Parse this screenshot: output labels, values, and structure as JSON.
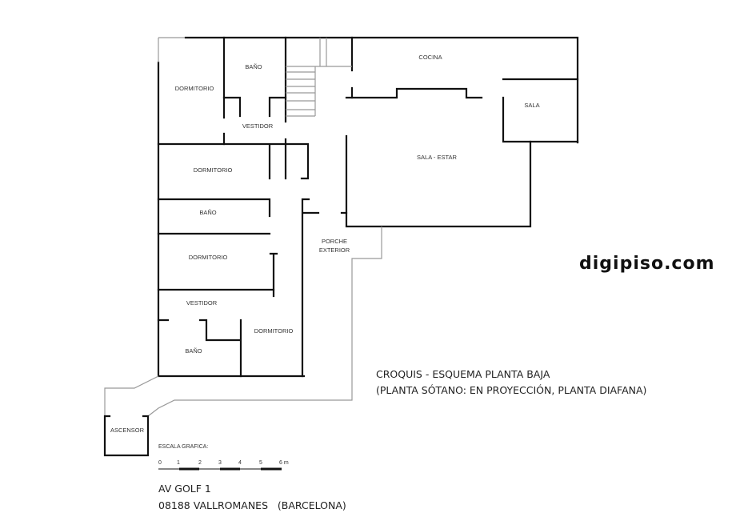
{
  "rooms": {
    "dormitorio_1": "DORMITORIO",
    "bano_1": "BAÑO",
    "vestidor_1": "VESTIDOR",
    "cocina": "COCINA",
    "sala": "SALA",
    "sala_estar": "SALA - ESTAR",
    "dormitorio_2": "DORMITORIO",
    "bano_2": "BAÑO",
    "dormitorio_3": "DORMITORIO",
    "vestidor_2": "VESTIDOR",
    "bano_3": "BAÑO",
    "dormitorio_4": "DORMITORIO",
    "porche_line1": "PORCHE",
    "porche_line2": "EXTERIOR",
    "ascensor": "ASCENSOR"
  },
  "logo": "digipiso.com",
  "caption": {
    "line1": "CROQUIS - ESQUEMA PLANTA BAJA",
    "line2": "(PLANTA SÓTANO: EN PROYECCIÓN, PLANTA DIAFANA)"
  },
  "scale": {
    "title": "ESCALA GRAFICA:",
    "ticks": [
      "0",
      "1",
      "2",
      "3",
      "4",
      "5",
      "6 m"
    ]
  },
  "address": {
    "line1": "AV GOLF 1",
    "line2": "08188 VALLROMANES   (BARCELONA)"
  }
}
